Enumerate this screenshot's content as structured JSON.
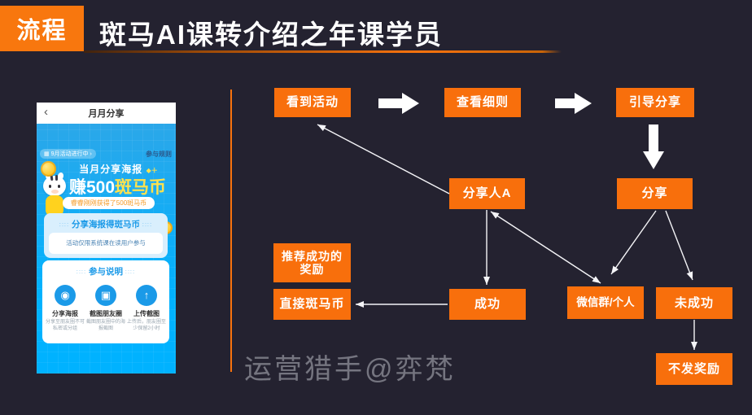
{
  "header": {
    "tag": "流程",
    "title": "斑马AI课转介绍之年课学员"
  },
  "watermark": "运营猎手@弈梵",
  "colors": {
    "background": "#242230",
    "accent_orange": "#f86f0c",
    "phone_blue": "#00b2ff",
    "highlight_yellow": "#ffe24d",
    "card_blue_text": "#1b9ae8",
    "arrow_white": "#ffffff"
  },
  "phone": {
    "nav": {
      "back_icon": "‹",
      "title": "月月分享"
    },
    "strip": {
      "calendar_icon": "▦",
      "activity": "9月活动进行中 ›",
      "rules_link": "参与规则"
    },
    "hero": {
      "subtitle": "当月分享海报",
      "sparkle": "◆＋",
      "title_white": "赚500",
      "title_yellow": "斑马币",
      "ticker": "睿睿刚刚获得了500斑马币"
    },
    "share_card": {
      "deco": "∷∷",
      "title": "分享海报得斑马币",
      "note": "活动仅限系统课在读用户参与"
    },
    "guide_card": {
      "deco": "∷∷",
      "title": "参与说明",
      "steps": [
        {
          "icon": "share-poster-icon",
          "glyph": "◉",
          "label": "分享海报",
          "desc": "分享至朋友圈不可私密或分组"
        },
        {
          "icon": "screenshot-icon",
          "glyph": "▣",
          "label": "截图朋友圈",
          "desc": "截图朋友圈中的海报截图"
        },
        {
          "icon": "upload-icon",
          "glyph": "↑",
          "label": "上传截图",
          "desc": "上传后，朋友圈至少保留2小时"
        }
      ]
    }
  },
  "flowchart": {
    "nodes": [
      {
        "id": "see-activity",
        "label": "看到活动"
      },
      {
        "id": "view-rules",
        "label": "查看细则"
      },
      {
        "id": "guide-share",
        "label": "引导分享"
      },
      {
        "id": "sharer-a",
        "label": "分享人A"
      },
      {
        "id": "share",
        "label": "分享"
      },
      {
        "id": "reward-note",
        "label": "推荐成功的奖励",
        "line1": "推荐成功的",
        "line2": "奖励"
      },
      {
        "id": "zebra-coins",
        "label": "直接斑马币"
      },
      {
        "id": "success",
        "label": "成功"
      },
      {
        "id": "wechat-group",
        "label": "微信群/个人"
      },
      {
        "id": "fail",
        "label": "未成功"
      },
      {
        "id": "no-reward",
        "label": "不发奖励"
      }
    ],
    "edges": [
      {
        "from": "看到活动",
        "to": "查看细则",
        "style": "block"
      },
      {
        "from": "查看细则",
        "to": "引导分享",
        "style": "block"
      },
      {
        "from": "引导分享",
        "to": "分享",
        "style": "block"
      },
      {
        "from": "分享",
        "to": "微信群/个人",
        "style": "thin"
      },
      {
        "from": "分享",
        "to": "未成功",
        "style": "thin"
      },
      {
        "from": "分享人A",
        "to": "微信群/个人",
        "style": "thin",
        "bidirectional": true
      },
      {
        "from": "分享人A",
        "to": "看到活动",
        "style": "thin"
      },
      {
        "from": "分享人A",
        "to": "成功",
        "style": "thin"
      },
      {
        "from": "成功",
        "to": "直接斑马币",
        "style": "thin"
      },
      {
        "from": "未成功",
        "to": "不发奖励",
        "style": "thin"
      }
    ]
  }
}
